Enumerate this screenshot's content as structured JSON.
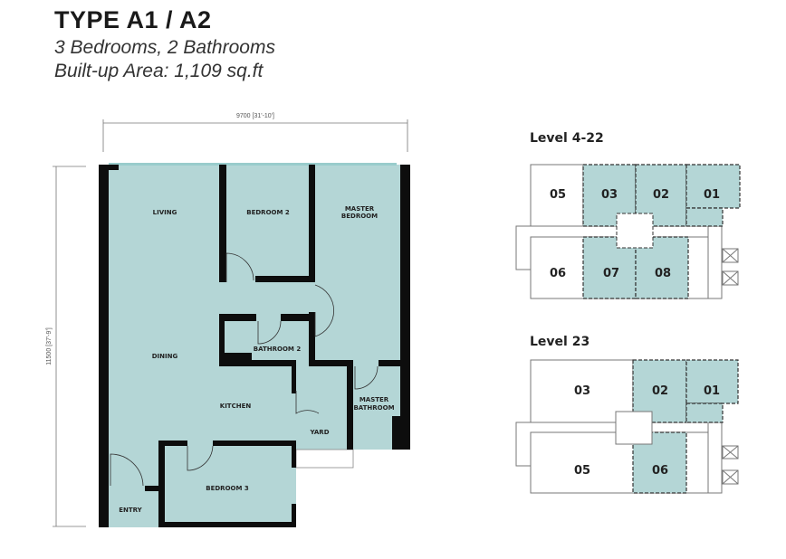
{
  "header": {
    "title": "TYPE A1 / A2",
    "rooms": "3 Bedrooms, 2 Bathrooms",
    "area": "Built-up Area: 1,109 sq.ft"
  },
  "floor_plan": {
    "width_dim": "9700 [31'-10']",
    "height_dim": "11500 [37'-9']",
    "rooms": {
      "living": "LIVING",
      "bedroom2": "BEDROOM 2",
      "master1": "MASTER",
      "master2": "BEDROOM",
      "dining": "DINING",
      "bathroom2": "BATHROOM 2",
      "kitchen": "KITCHEN",
      "mbath1": "MASTER",
      "mbath2": "BATHROOM",
      "yard": "YARD",
      "bedroom3": "BEDROOM 3",
      "entry": "ENTRY"
    },
    "fill_color": "#b4d6d6"
  },
  "key_plans": [
    {
      "label": "Level 4-22",
      "units": [
        "05",
        "03",
        "02",
        "01",
        "06",
        "07",
        "08"
      ],
      "highlighted": [
        "03",
        "02",
        "01",
        "07",
        "08"
      ]
    },
    {
      "label": "Level 23",
      "units": [
        "03",
        "02",
        "01",
        "05",
        "06"
      ],
      "highlighted": [
        "02",
        "01",
        "06"
      ]
    }
  ]
}
